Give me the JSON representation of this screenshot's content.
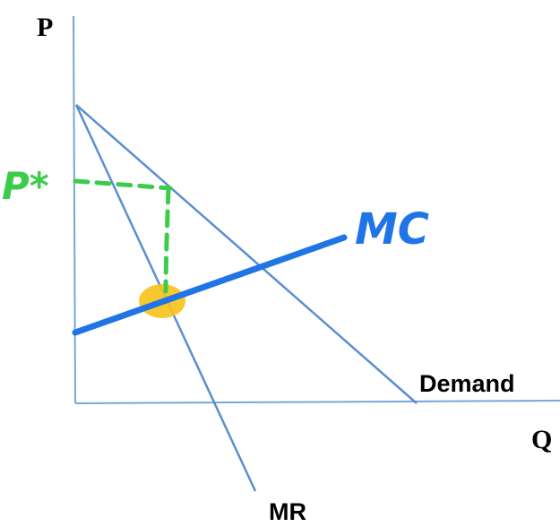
{
  "labels": {
    "y_axis": "P",
    "x_axis": "Q",
    "demand": "Demand",
    "mr": "MR",
    "mc": "MC",
    "price": "P*"
  },
  "colors": {
    "axis": "#7aa5d6",
    "demand": "#5a8fcf",
    "mr": "#5a8fcf",
    "mc": "#1f74e6",
    "price_guides": "#3ccc4c",
    "highlight": "#f7c21a"
  }
}
